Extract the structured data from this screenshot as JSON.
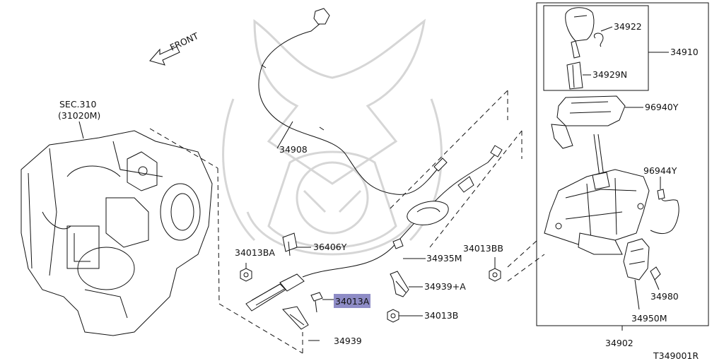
{
  "diagram": {
    "front_label": "FRONT",
    "section_ref": "SEC.310",
    "section_sub": "(31020M)",
    "drawing_id": "T349001R",
    "highlight_color": "#8e8cc6",
    "parts": {
      "p34908": "34908",
      "p36406Y": "36406Y",
      "p34013BA": "34013BA",
      "p34013A": "34013A",
      "p34939": "34939",
      "p34935M": "34935M",
      "p34939A": "34939+A",
      "p34013B": "34013B",
      "p34013BB": "34013BB",
      "p34922": "34922",
      "p34910": "34910",
      "p34929N": "34929N",
      "p96940Y": "96940Y",
      "p96944Y": "96944Y",
      "p34980": "34980",
      "p34950M": "34950M",
      "p34902": "34902"
    }
  }
}
